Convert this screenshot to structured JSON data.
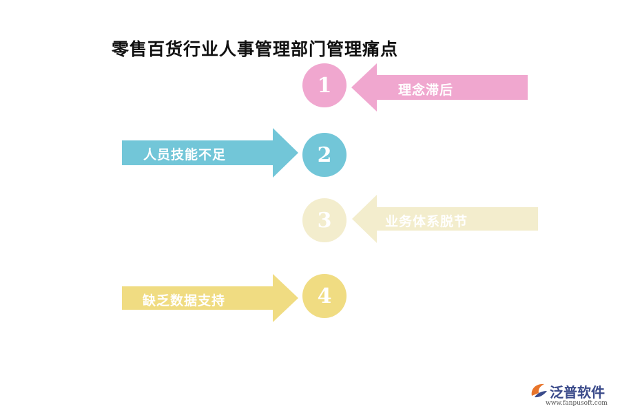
{
  "title": "零售百货行业人事管理部门管理痛点",
  "items": [
    {
      "number": "1",
      "label": "理念滞后",
      "color": "#f0a7cf",
      "direction": "left"
    },
    {
      "number": "2",
      "label": "人员技能不足",
      "color": "#72c6d8",
      "direction": "right"
    },
    {
      "number": "3",
      "label": "业务体系脱节",
      "color": "#f3edcd",
      "direction": "left"
    },
    {
      "number": "4",
      "label": "缺乏数据支持",
      "color": "#f0dc82",
      "direction": "right"
    }
  ],
  "logo": {
    "brand": "泛普软件",
    "url": "www.fanpusoft.com",
    "icon": "fanpu-logo-icon"
  }
}
